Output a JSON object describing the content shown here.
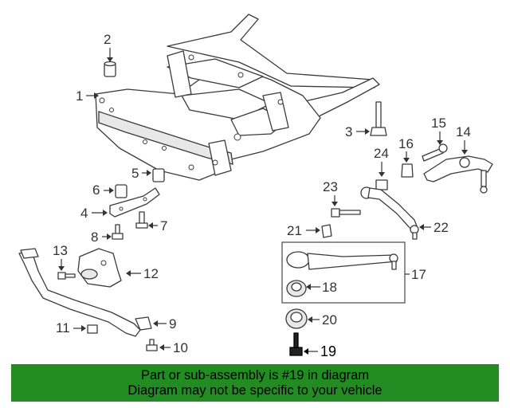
{
  "callouts": {
    "c1": "1",
    "c2": "2",
    "c3": "3",
    "c4": "4",
    "c5": "5",
    "c6": "6",
    "c7": "7",
    "c8": "8",
    "c9": "9",
    "c10": "10",
    "c11": "11",
    "c12": "12",
    "c13": "13",
    "c14": "14",
    "c15": "15",
    "c16": "16",
    "c17": "17",
    "c18": "18",
    "c19": "19",
    "c20": "20",
    "c21": "21",
    "c22": "22",
    "c23": "23",
    "c24": "24"
  },
  "banner": {
    "line1": "Part or sub-assembly is #19 in diagram",
    "line2": "Diagram may not be specific to your vehicle",
    "color": "#228b22"
  },
  "colors": {
    "ink": "#333333",
    "highlight": "#000000"
  }
}
